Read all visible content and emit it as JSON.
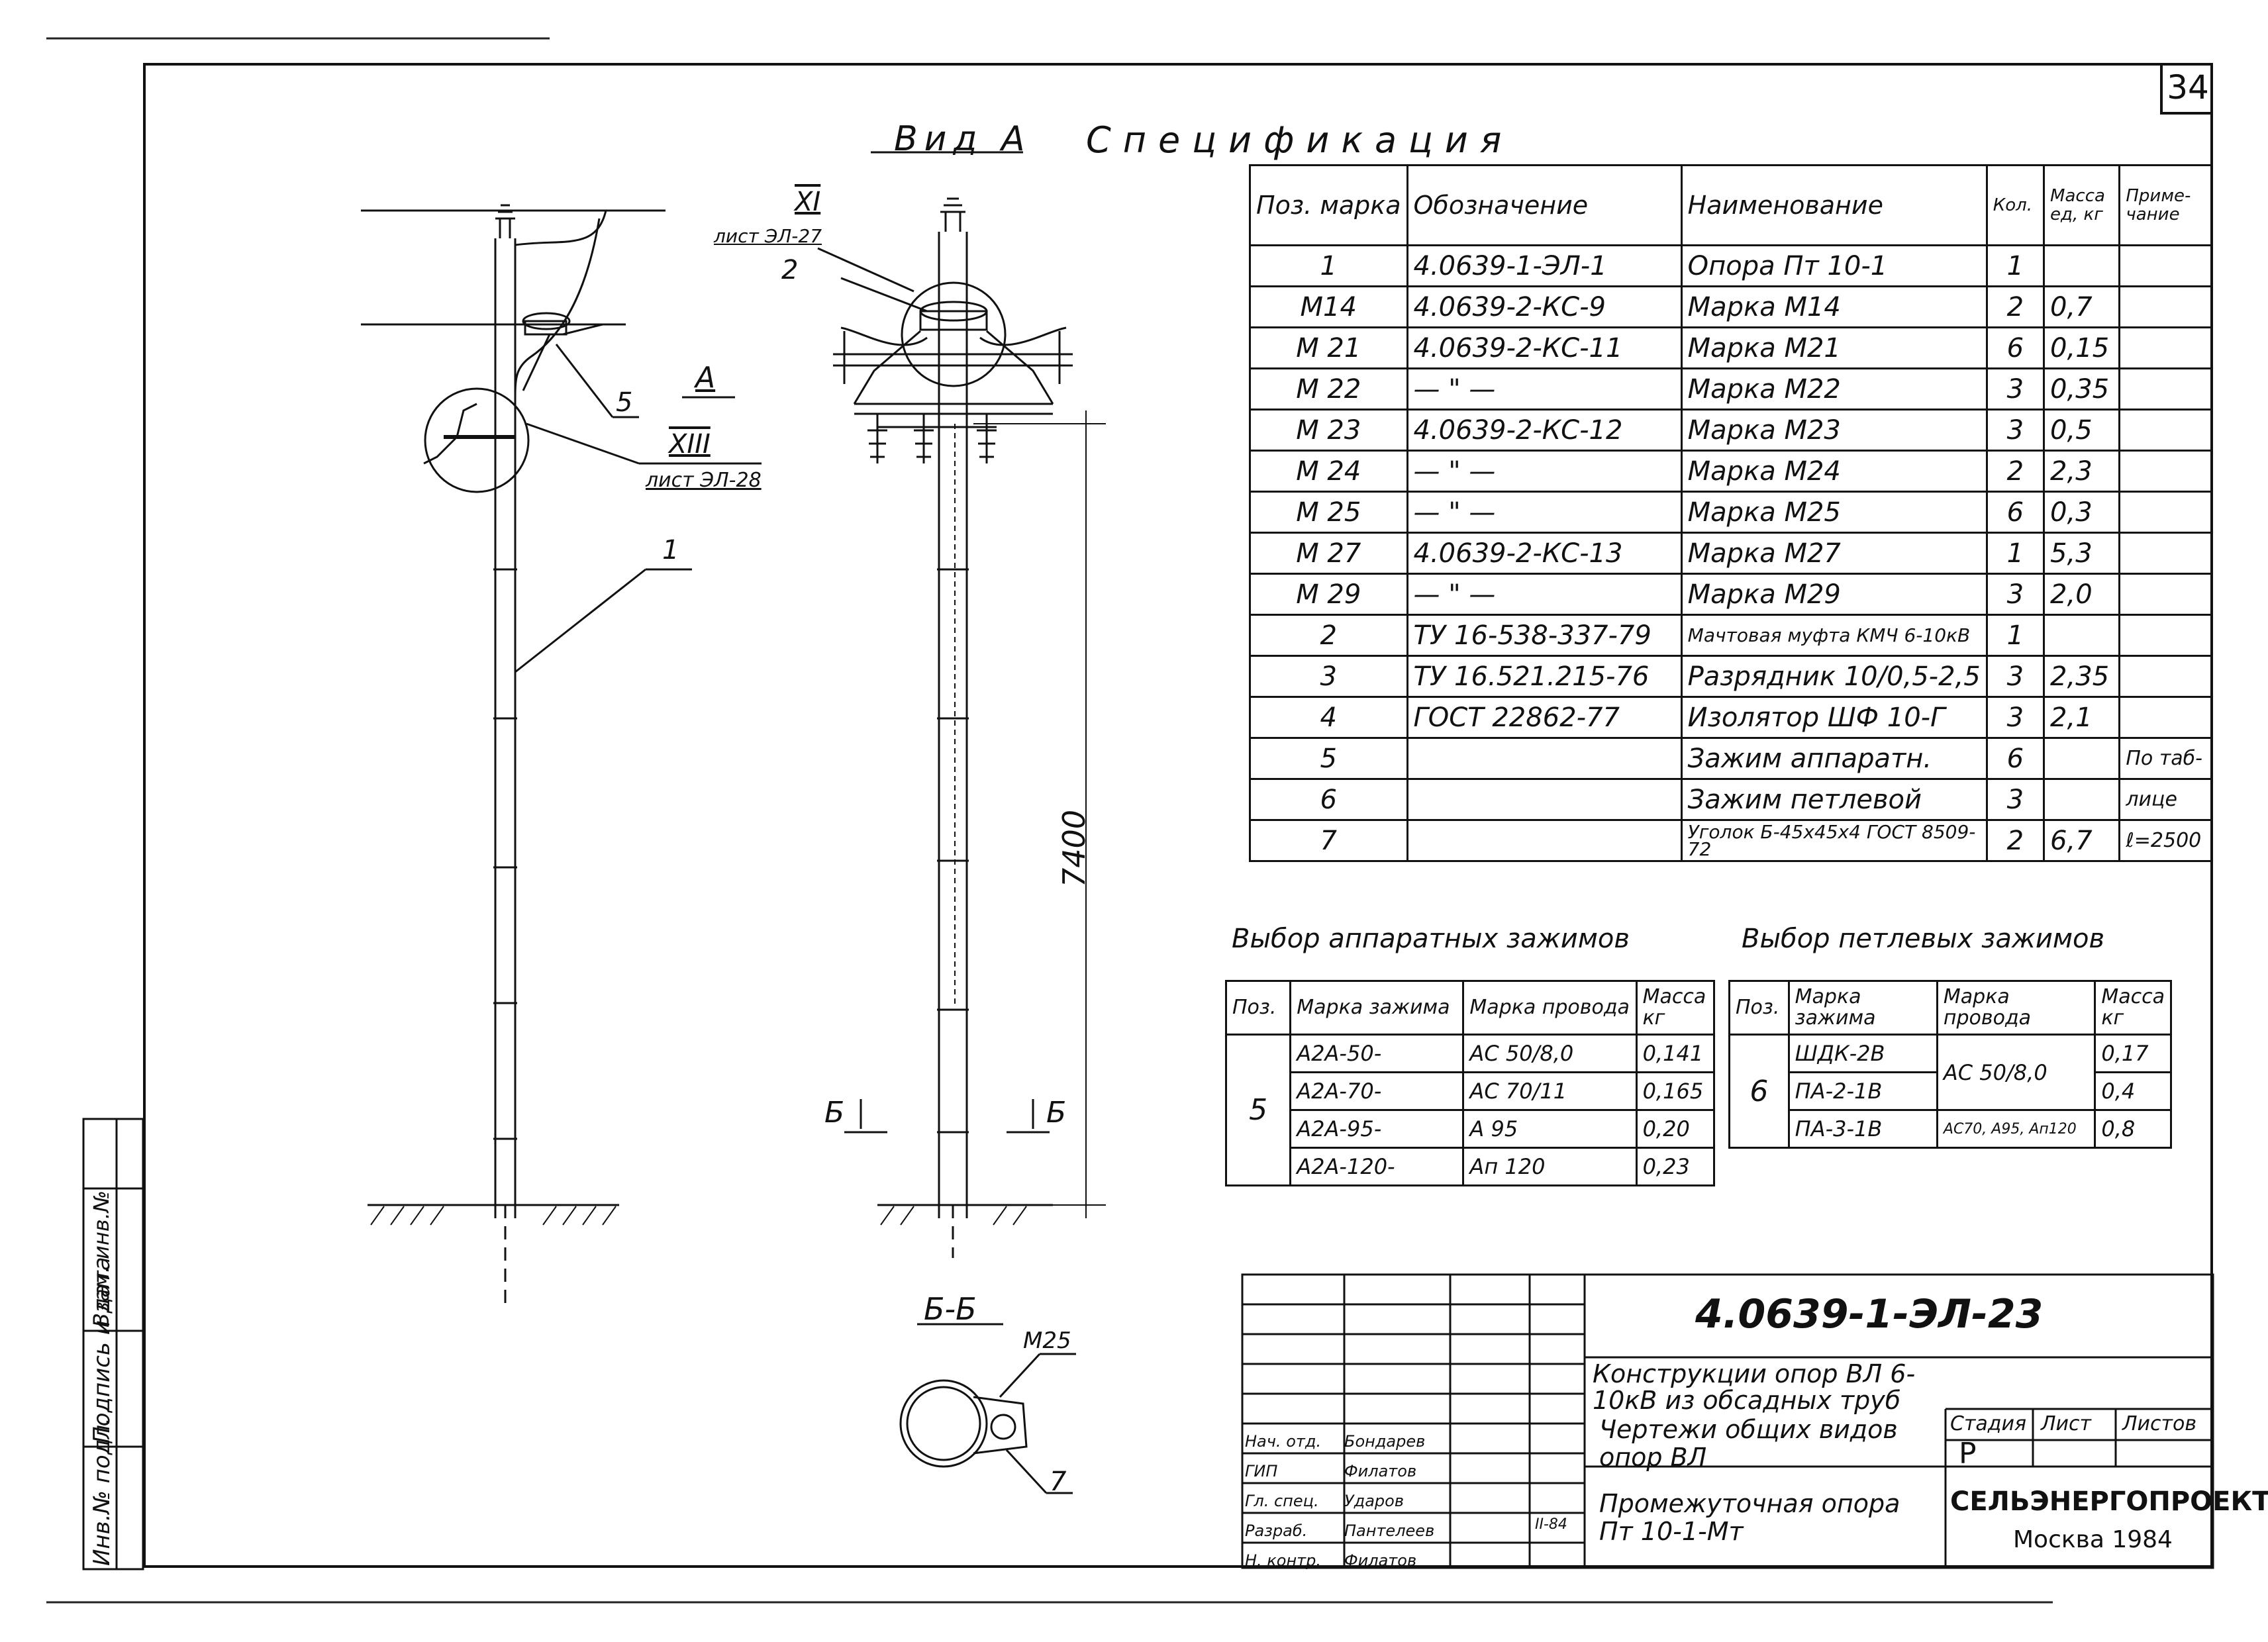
{
  "sheet_number": "34",
  "drawing_labels": {
    "view_a_title": "Вид А",
    "callout_xi": "XI",
    "callout_xi_sheet": "лист ЭЛ-27",
    "callout_xiii": "XIII",
    "callout_xiii_sheet": "лист ЭЛ-28",
    "label_a": "А",
    "label_5": "5",
    "label_1": "1",
    "label_2": "2",
    "dimension_7400": "7400",
    "section_b_left": "Б",
    "section_b_right": "Б",
    "section_bb": "Б-Б",
    "label_m25": "М25",
    "label_7": "7"
  },
  "spec": {
    "title": "Спецификация",
    "headers": [
      "Поз. марка",
      "Обозначение",
      "Наименование",
      "Кол.",
      "Масса ед, кг",
      "Приме-чание"
    ],
    "rows": [
      [
        "1",
        "4.0639-1-ЭЛ-1",
        "Опора Пт 10-1",
        "1",
        "",
        ""
      ],
      [
        "М14",
        "4.0639-2-КС-9",
        "Марка М14",
        "2",
        "0,7",
        ""
      ],
      [
        "М 21",
        "4.0639-2-КС-11",
        "Марка М21",
        "6",
        "0,15",
        ""
      ],
      [
        "М 22",
        "— \" —",
        "Марка М22",
        "3",
        "0,35",
        ""
      ],
      [
        "М 23",
        "4.0639-2-КС-12",
        "Марка М23",
        "3",
        "0,5",
        ""
      ],
      [
        "М 24",
        "— \" —",
        "Марка М24",
        "2",
        "2,3",
        ""
      ],
      [
        "М 25",
        "— \" —",
        "Марка М25",
        "6",
        "0,3",
        ""
      ],
      [
        "М 27",
        "4.0639-2-КС-13",
        "Марка М27",
        "1",
        "5,3",
        ""
      ],
      [
        "М 29",
        "— \" —",
        "Марка М29",
        "3",
        "2,0",
        ""
      ],
      [
        "2",
        "ТУ 16-538-337-79",
        "Мачтовая муфта КМЧ 6-10кВ",
        "1",
        "",
        ""
      ],
      [
        "3",
        "ТУ 16.521.215-76",
        "Разрядник 10/0,5-2,5",
        "3",
        "2,35",
        ""
      ],
      [
        "4",
        "ГОСТ 22862-77",
        "Изолятор ШФ 10-Г",
        "3",
        "2,1",
        ""
      ],
      [
        "5",
        "",
        "Зажим аппаратн.",
        "6",
        "",
        "По таб-"
      ],
      [
        "6",
        "",
        "Зажим петлевой",
        "3",
        "",
        "лице"
      ],
      [
        "7",
        "",
        "Уголок Б-45х45х4 ГОСТ 8509-72",
        "2",
        "6,7",
        "ℓ=2500"
      ]
    ]
  },
  "apparatus_clamps": {
    "title": "Выбор аппаратных зажимов",
    "headers": [
      "Поз.",
      "Марка зажима",
      "Марка провода",
      "Масса кг"
    ],
    "pos": "5",
    "rows": [
      [
        "А2А-50-",
        "АС 50/8,0",
        "0,141"
      ],
      [
        "А2А-70-",
        "АС 70/11",
        "0,165"
      ],
      [
        "А2А-95-",
        "А 95",
        "0,20"
      ],
      [
        "А2А-120-",
        "Ап 120",
        "0,23"
      ]
    ]
  },
  "loop_clamps": {
    "title": "Выбор петлевых зажимов",
    "headers": [
      "Поз.",
      "Марка зажима",
      "Марка провода",
      "Масса кг"
    ],
    "pos": "6",
    "rows": [
      [
        "ШДК-2В",
        "АС 50/8,0",
        "0,17"
      ],
      [
        "ПА-2-1В",
        "",
        "0,4"
      ],
      [
        "ПА-3-1В",
        "АС70, А95, Ап120",
        "0,8"
      ]
    ]
  },
  "left_strip": {
    "f1": "Инв.№ подл.",
    "f2": "Подпись и дата",
    "f3": "Взам. инв.№"
  },
  "title_block": {
    "code": "4.0639-1-ЭЛ-23",
    "project": "Конструкции опор ВЛ 6-10кВ из обсадных труб",
    "drawing": "Чертежи общих видов опор ВЛ",
    "item": "Промежуточная опора Пт 10-1-Мт",
    "stage_label": "Стадия",
    "sheet_label": "Лист",
    "sheets_label": "Листов",
    "stage": "Р",
    "org": "СЕЛЬЭНЕРГОПРОЕКТ",
    "city_year": "Москва 1984",
    "people": [
      [
        "Нач. отд.",
        "Бондарев"
      ],
      [
        "ГИП",
        "Филатов"
      ],
      [
        "Гл. спец.",
        "Ударов"
      ],
      [
        "Разраб.",
        "Пантелеев"
      ],
      [
        "Н. контр.",
        "Филатов"
      ]
    ],
    "date": "II-84"
  }
}
